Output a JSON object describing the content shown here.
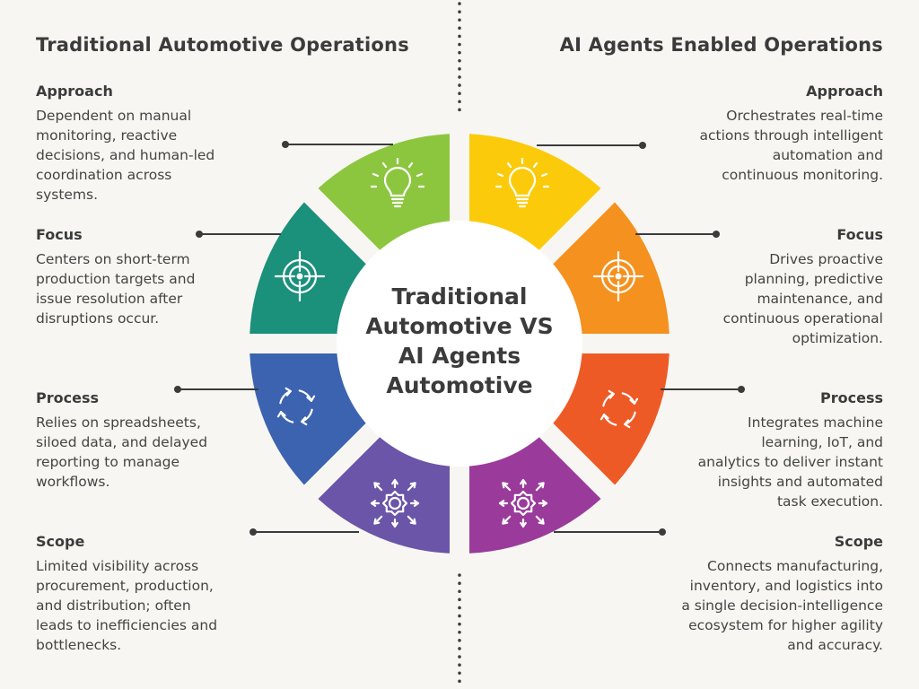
{
  "left": {
    "title": "Traditional Automotive Operations",
    "items": [
      {
        "label": "Approach",
        "text": "Dependent on manual\nmonitoring, reactive\ndecisions, and human-led\ncoordination across\nsystems."
      },
      {
        "label": "Focus",
        "text": "Centers on short-term\nproduction targets and\nissue resolution after\ndisruptions occur."
      },
      {
        "label": "Process",
        "text": "Relies on spreadsheets,\nsiloed data, and delayed\nreporting to manage\nworkflows."
      },
      {
        "label": "Scope",
        "text": "Limited visibility across\nprocurement, production,\nand distribution; often\nleads to inefficiencies and\nbottlenecks."
      }
    ]
  },
  "right": {
    "title": "AI Agents Enabled Operations",
    "items": [
      {
        "label": "Approach",
        "text": "Orchestrates real-time\nactions through intelligent\nautomation and\ncontinuous monitoring."
      },
      {
        "label": "Focus",
        "text": "Drives proactive\nplanning, predictive\nmaintenance, and\ncontinuous operational\noptimization."
      },
      {
        "label": "Process",
        "text": "Integrates machine\nlearning, IoT, and\nanalytics to deliver instant\ninsights and automated\ntask execution."
      },
      {
        "label": "Scope",
        "text": "Connects manufacturing,\ninventory, and logistics into\na single decision-intelligence\necosystem for higher agility\nand accuracy."
      }
    ]
  },
  "center": {
    "text": "Traditional\nAutomotive  VS\nAI Agents\nAutomotive"
  },
  "colors": {
    "left": [
      "#8cc63f",
      "#1b907b",
      "#3c63b0",
      "#6a55a8"
    ],
    "right": [
      "#fbcb0b",
      "#f4911f",
      "#ee5a25",
      "#9a3b9b"
    ],
    "background": "#f7f6f2",
    "text": "#3b3b3b"
  },
  "icons": [
    "lightbulb-icon",
    "target-icon",
    "cycle-arrows-icon",
    "gear-arrows-icon"
  ]
}
